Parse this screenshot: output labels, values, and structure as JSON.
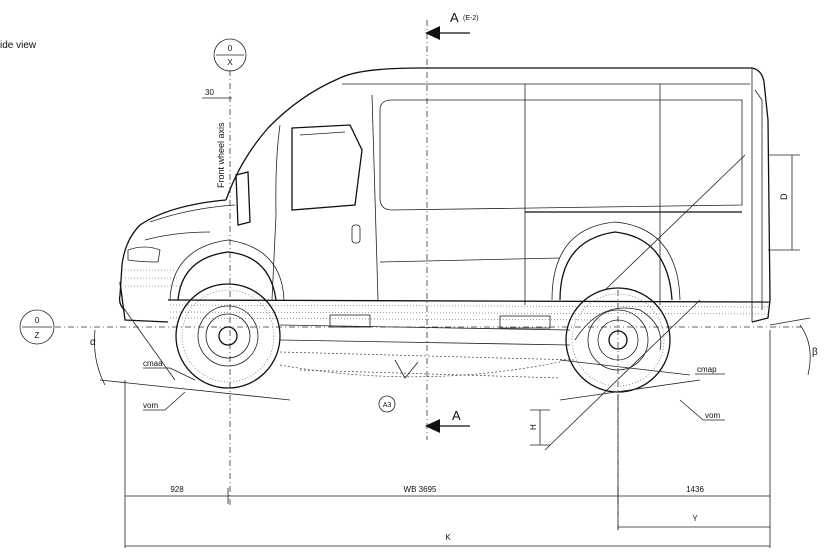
{
  "view_title": "ide view",
  "axis_x": {
    "top": "0",
    "bottom": "X"
  },
  "axis_z": {
    "top": "0",
    "bottom": "Z"
  },
  "front_axis_label": "Front wheel axis",
  "label_30": "30",
  "section": {
    "letter": "A",
    "ref": "(E-2)",
    "bottom_letter": "A"
  },
  "callout_a3": "A3",
  "angle_labels": {
    "alpha": "α",
    "beta": "β"
  },
  "labels": {
    "cmaa": "cmaa",
    "vom_left": "vom",
    "cmap": "cmap",
    "vom_right": "vom",
    "d": "D",
    "h": "H"
  },
  "dimensions": {
    "front_overhang": "928",
    "wheelbase": "WB 3695",
    "rear_overhang": "1436",
    "y": "Y",
    "overall": "K"
  }
}
